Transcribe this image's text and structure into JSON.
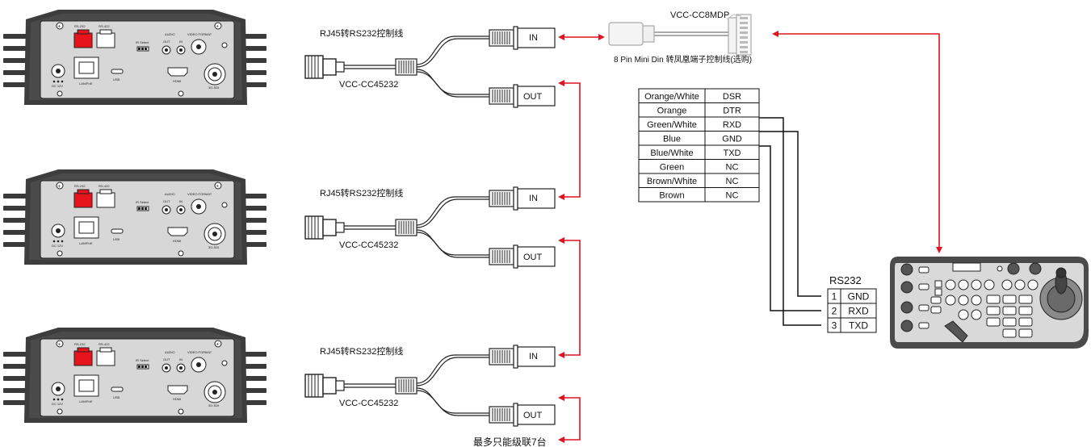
{
  "device_labels": {
    "rs232": "RS-232",
    "rs422": "RS-422",
    "ir_select": "IR Select",
    "audio": "AUDIO",
    "audio_out": "OUT",
    "audio_in": "IN",
    "video_format": "VIDEO FORMAT",
    "dc": "DC 12V",
    "lan": "LAN/PoE",
    "usb": "USB",
    "hdmi": "HDMI",
    "sdi": "3G-SDI"
  },
  "cables": [
    {
      "top_label": "RJ45转RS232控制线",
      "bottom_label": "VCC-CC45232",
      "in_label": "IN",
      "out_label": "OUT"
    },
    {
      "top_label": "RJ45转RS232控制线",
      "bottom_label": "VCC-CC45232",
      "in_label": "IN",
      "out_label": "OUT"
    },
    {
      "top_label": "RJ45转RS232控制线",
      "bottom_label": "VCC-CC45232",
      "in_label": "IN",
      "out_label": "OUT"
    }
  ],
  "cascade_note": "最多只能级联7台",
  "minidin": {
    "model": "VCC-CC8MDP",
    "caption": "8 Pin Mini Din 转凤凰端子控制线(选购)"
  },
  "pinout_table": [
    {
      "color": "Orange/White",
      "signal": "DSR"
    },
    {
      "color": "Orange",
      "signal": "DTR"
    },
    {
      "color": "Green/White",
      "signal": "RXD"
    },
    {
      "color": "Blue",
      "signal": "GND"
    },
    {
      "color": "Blue/White",
      "signal": "TXD"
    },
    {
      "color": "Green",
      "signal": "NC"
    },
    {
      "color": "Brown/White",
      "signal": "NC"
    },
    {
      "color": "Brown",
      "signal": "NC"
    }
  ],
  "rs232_block": {
    "title": "RS232",
    "pins": [
      {
        "num": "1",
        "signal": "GND"
      },
      {
        "num": "2",
        "signal": "RXD"
      },
      {
        "num": "3",
        "signal": "TXD"
      }
    ]
  },
  "colors": {
    "arrow": "#e0141e",
    "port_red": "#e8141c",
    "device_body": "#3d3d3d",
    "keyboard_body": "#4a4a4a"
  }
}
